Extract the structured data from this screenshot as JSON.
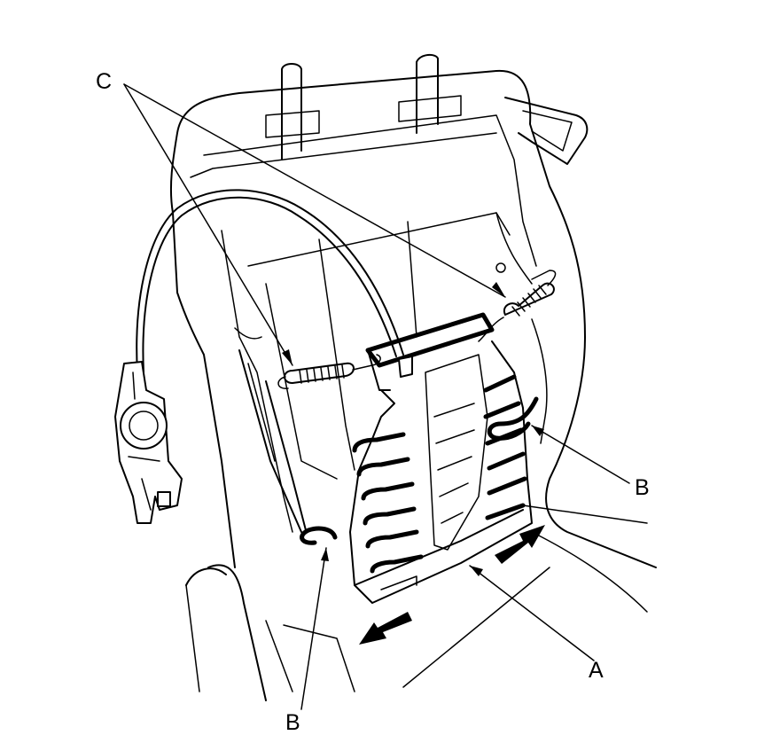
{
  "labels": {
    "c": "C",
    "b_right": "B",
    "b_bottom": "B",
    "a": "A"
  },
  "colors": {
    "ink": "#000000",
    "paper": "#ffffff"
  }
}
